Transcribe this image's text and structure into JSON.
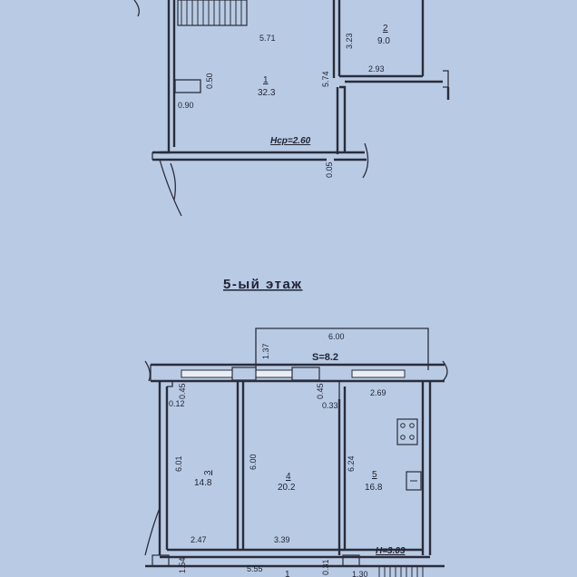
{
  "floor_title": "5-ый этаж",
  "upper_plan": {
    "rooms": [
      {
        "number": "1",
        "area": "32.3"
      },
      {
        "number": "2",
        "area": "9.0"
      }
    ],
    "dimensions": {
      "room1_width": "5.71",
      "room1_height": "5.74",
      "niche_depth": "0.50",
      "niche_width": "0.90",
      "room2_height": "3.23",
      "room2_width": "2.93",
      "wall_thickness": "0.05"
    },
    "ceiling_height": "Нср=2.60"
  },
  "lower_plan": {
    "balcony": {
      "width": "6.00",
      "depth": "1.37",
      "area": "S=8.2"
    },
    "rooms": [
      {
        "number": "3",
        "area": "14.8"
      },
      {
        "number": "4",
        "area": "20.2"
      },
      {
        "number": "5",
        "area": "16.8"
      }
    ],
    "dimensions": {
      "d_045_left": "0.45",
      "d_012": "0.12",
      "d_045_mid": "0.45",
      "d_033": "0.33",
      "d_269": "2.69",
      "room3_height": "6.01",
      "room4_height": "6.00",
      "room5_height": "6.24",
      "room3_width": "2.47",
      "room4_width": "3.39",
      "d_154": "1.54",
      "d_555": "5.55",
      "d_031": "0.31",
      "d_130": "1.30",
      "bottom_room_number": "1"
    },
    "ceiling_height": "H=3.03"
  }
}
